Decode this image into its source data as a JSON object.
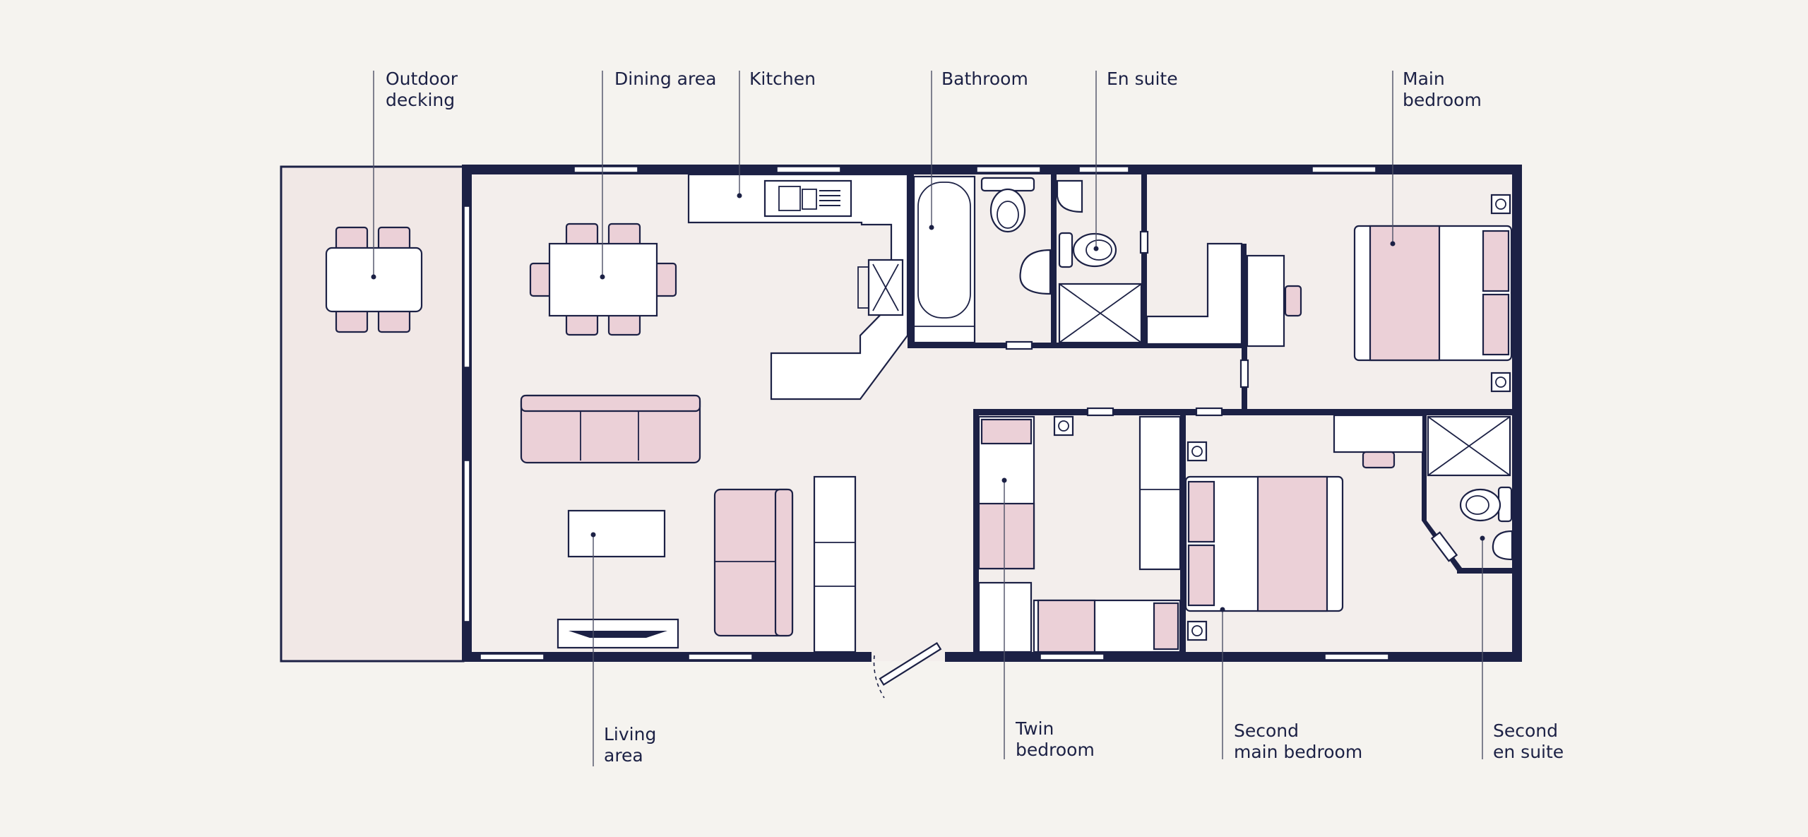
{
  "colors": {
    "background": "#f5f3ef",
    "floor": "#f3eeec",
    "decking": "#f1e8e6",
    "wall": "#1c2145",
    "furniture_accent": "#ebd0d7",
    "furniture": "#ffffff"
  },
  "labels": {
    "outdoor_decking": [
      "Outdoor",
      "decking"
    ],
    "dining_area": [
      "Dining area"
    ],
    "kitchen": [
      "Kitchen"
    ],
    "bathroom": [
      "Bathroom"
    ],
    "en_suite": [
      "En suite"
    ],
    "main_bedroom": [
      "Main",
      "bedroom"
    ],
    "living_area": [
      "Living",
      "area"
    ],
    "twin_bedroom": [
      "Twin",
      "bedroom"
    ],
    "second_main_bedroom": [
      "Second",
      "main bedroom"
    ],
    "second_en_suite": [
      "Second",
      "en suite"
    ]
  }
}
